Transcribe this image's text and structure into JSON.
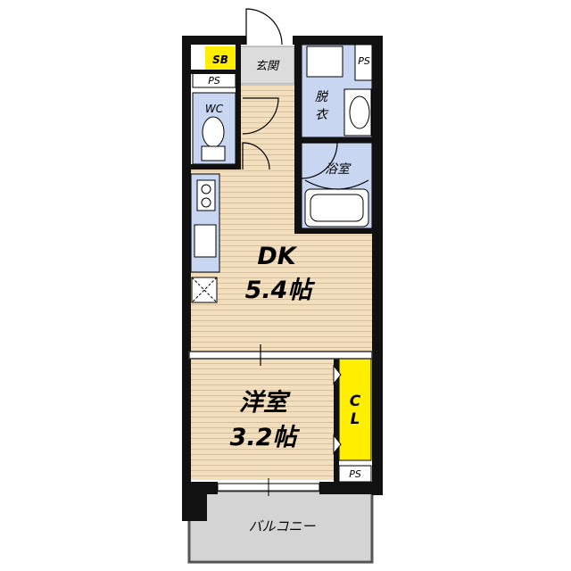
{
  "rooms": {
    "sb": "SB",
    "genkan": "玄関",
    "ps_top_left": "PS",
    "ps_top_right": "PS",
    "wc": "WC",
    "datsui_1": "脱",
    "datsui_2": "衣",
    "yokushitsu": "浴室",
    "dk_name": "DK",
    "dk_size": "5.4帖",
    "yoshitsu_name": "洋室",
    "yoshitsu_size": "3.2帖",
    "cl_1": "C",
    "cl_2": "L",
    "ps_bottom": "PS",
    "balcony": "バルコニー"
  },
  "colors": {
    "wall": "#111111",
    "floor": "#f3dfbd",
    "wet_area": "#c9d6f2",
    "storage": "#ffee00",
    "balcony": "#d4d4d4",
    "genkan": "#dcdcdc"
  }
}
